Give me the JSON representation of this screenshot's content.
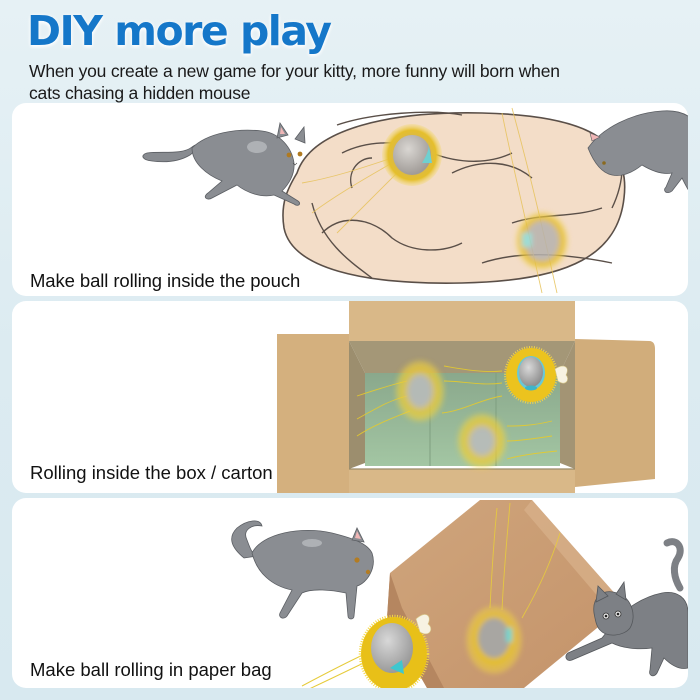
{
  "header": {
    "title": "DIY more play",
    "subtitle": "When you create a new game for your kitty, more funny will born when cats chasing a hidden mouse"
  },
  "panels": [
    {
      "caption": "Make ball rolling inside the pouch",
      "scene": "two-cats-pouch-balls"
    },
    {
      "caption": "Rolling inside the box / carton",
      "scene": "open-cardboard-box-balls"
    },
    {
      "caption": "Make ball rolling in paper bag",
      "scene": "paper-bag-cats-balls"
    }
  ],
  "colors": {
    "title": "#1577c9",
    "background": "#dcebf1",
    "panel": "#ffffff",
    "fur": "#e8c320",
    "cat": "#8a8d92",
    "pouch": "#f3ddc8",
    "cardboard": "#d2ae7c",
    "box_inside": "#9fc4a0",
    "paper_bag": "#c99b6e"
  }
}
